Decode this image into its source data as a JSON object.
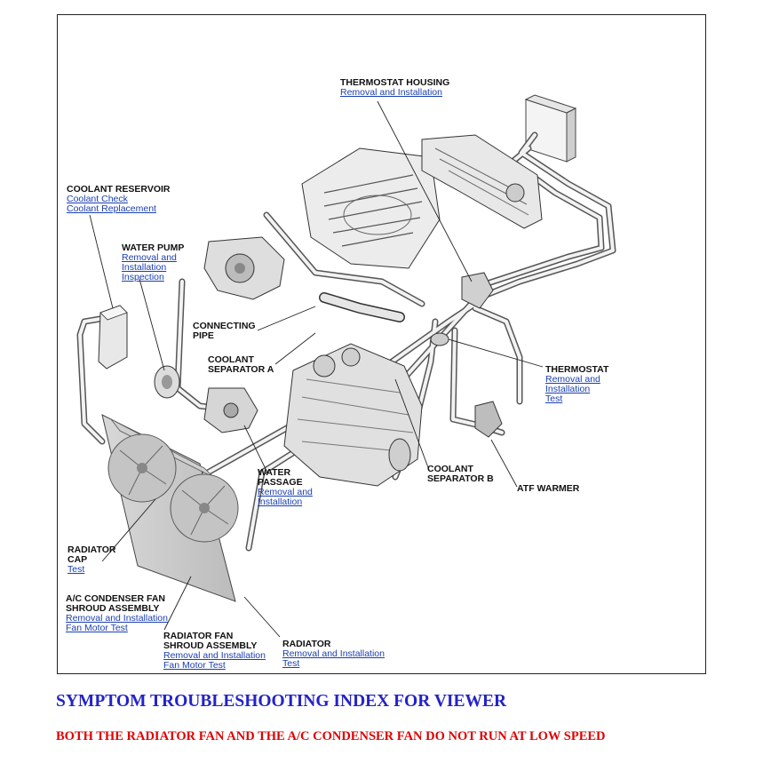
{
  "labels": {
    "thermostat_housing": {
      "title": "THERMOSTAT HOUSING",
      "links": [
        "Removal and Installation"
      ]
    },
    "coolant_reservoir": {
      "title": "COOLANT RESERVOIR",
      "links": [
        "Coolant Check",
        "Coolant Replacement"
      ]
    },
    "water_pump": {
      "title": "WATER PUMP",
      "links": [
        "Removal and",
        "Installation",
        "Inspection"
      ]
    },
    "connecting_pipe": {
      "title1": "CONNECTING",
      "title2": "PIPE"
    },
    "coolant_separator_a": {
      "title1": "COOLANT",
      "title2": "SEPARATOR A"
    },
    "thermostat": {
      "title": "THERMOSTAT",
      "links": [
        "Removal and",
        "Installation",
        "Test"
      ]
    },
    "water_passage": {
      "title1": "WATER",
      "title2": "PASSAGE",
      "links": [
        "Removal and",
        "Installation"
      ]
    },
    "coolant_separator_b": {
      "title1": "COOLANT",
      "title2": "SEPARATOR B"
    },
    "atf_warmer": {
      "title": "ATF WARMER"
    },
    "radiator_cap": {
      "title1": "RADIATOR",
      "title2": "CAP",
      "links": [
        "Test"
      ]
    },
    "ac_condenser_fan": {
      "title1": "A/C CONDENSER FAN",
      "title2": "SHROUD ASSEMBLY",
      "links": [
        "Removal and Installation",
        "Fan Motor Test"
      ]
    },
    "radiator_fan": {
      "title1": "RADIATOR FAN",
      "title2": "SHROUD ASSEMBLY",
      "links": [
        "Removal and Installation",
        "Fan Motor Test"
      ]
    },
    "radiator": {
      "title": "RADIATOR",
      "links": [
        "Removal and Installation",
        "Test"
      ]
    }
  },
  "heading": "SYMPTOM TROUBLESHOOTING INDEX FOR VIEWER",
  "subheading": "BOTH THE RADIATOR FAN AND THE A/C CONDENSER FAN DO NOT RUN AT LOW SPEED",
  "colors": {
    "heading": "#2323c8",
    "subheading": "#e00000",
    "link": "#1a3fb0"
  }
}
